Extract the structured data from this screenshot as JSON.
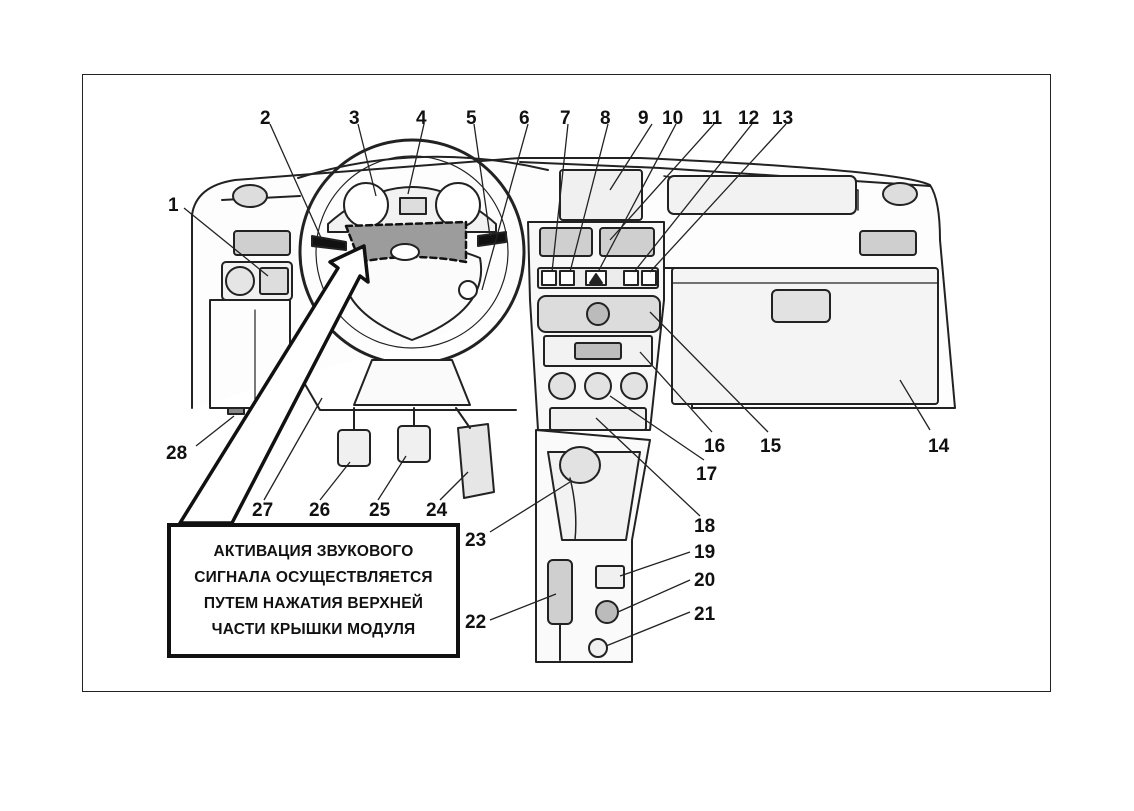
{
  "note": {
    "lines": [
      "АКТИВАЦИЯ ЗВУКОВОГО",
      "СИГНАЛА ОСУЩЕСТВЛЯЕТСЯ",
      "ПУТЕМ НАЖАТИЯ ВЕРХНЕЙ",
      "ЧАСТИ КРЫШКИ МОДУЛЯ"
    ]
  },
  "callouts": [
    "1",
    "2",
    "3",
    "4",
    "5",
    "6",
    "7",
    "8",
    "9",
    "10",
    "11",
    "12",
    "13",
    "14",
    "15",
    "16",
    "17",
    "18",
    "19",
    "20",
    "21",
    "22",
    "23",
    "24",
    "25",
    "26",
    "27",
    "28"
  ]
}
